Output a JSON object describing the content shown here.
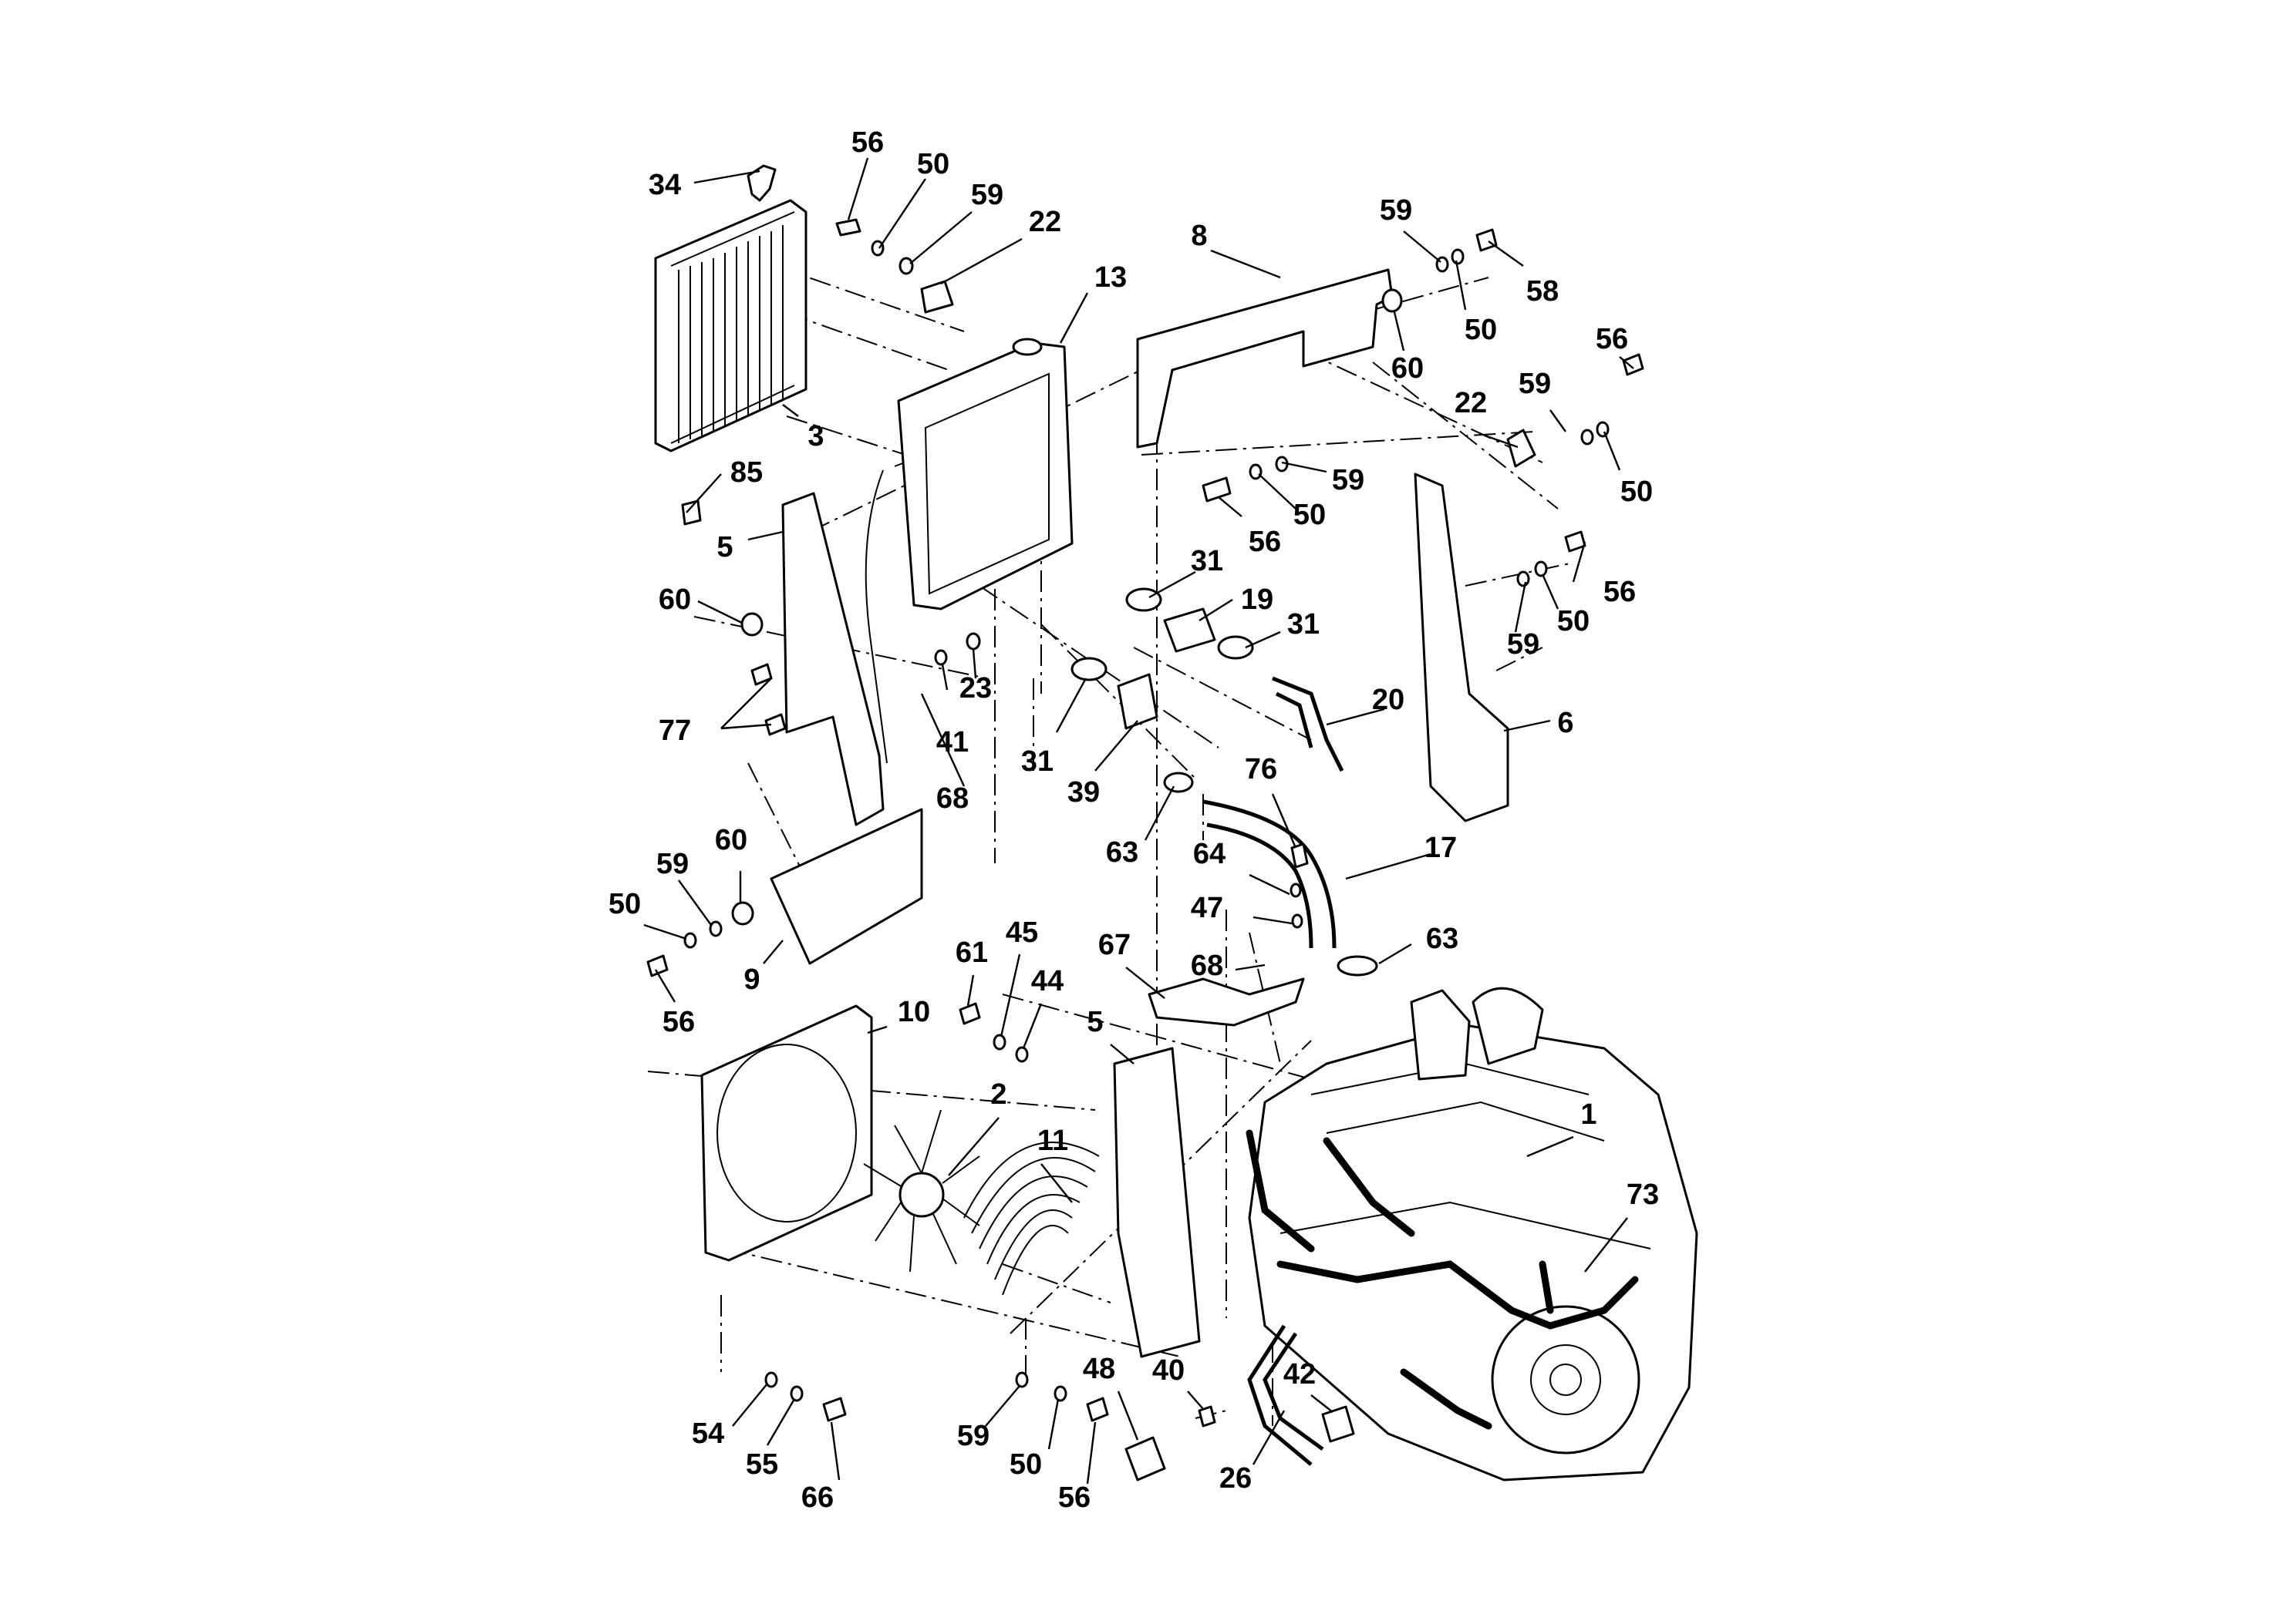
{
  "diagram": {
    "callouts": [
      "34",
      "56",
      "50",
      "59",
      "22",
      "13",
      "8",
      "59",
      "58",
      "50",
      "60",
      "56",
      "3",
      "85",
      "22",
      "59",
      "50",
      "59",
      "50",
      "56",
      "5",
      "60",
      "31",
      "19",
      "31",
      "56",
      "50",
      "59",
      "23",
      "77",
      "41",
      "68",
      "20",
      "6",
      "31",
      "39",
      "76",
      "63",
      "64",
      "17",
      "47",
      "63",
      "50",
      "59",
      "60",
      "9",
      "61",
      "45",
      "44",
      "67",
      "68",
      "56",
      "10",
      "5",
      "2",
      "11",
      "1",
      "73",
      "48",
      "40",
      "42",
      "54",
      "55",
      "66",
      "59",
      "50",
      "56",
      "26"
    ]
  }
}
